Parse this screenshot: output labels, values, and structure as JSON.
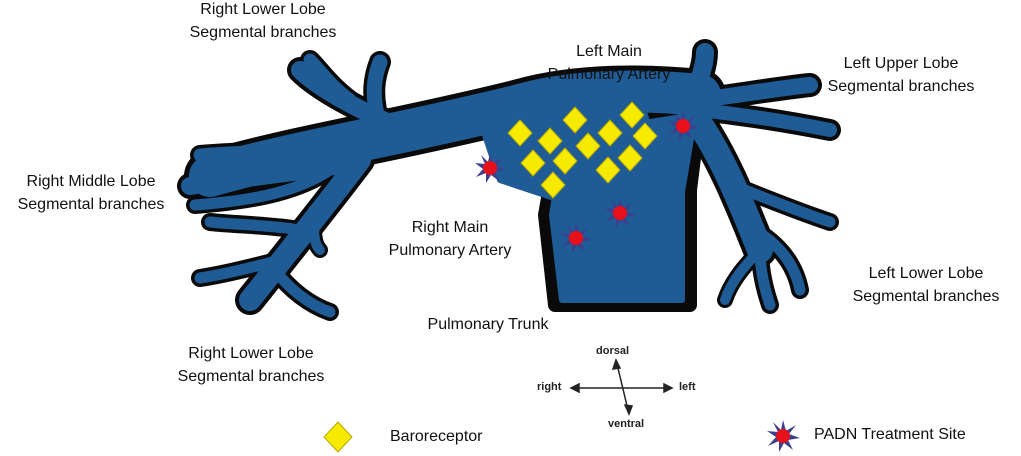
{
  "labels": {
    "rll_top": [
      "Right Lower Lobe",
      "Segmental branches"
    ],
    "rml": [
      "Right Middle Lobe",
      "Segmental branches"
    ],
    "rll_bottom": [
      "Right Lower Lobe",
      "Segmental branches"
    ],
    "lmpa": [
      "Left Main",
      "Pulmonary Artery"
    ],
    "rmpa": [
      "Right Main",
      "Pulmonary Artery"
    ],
    "trunk": "Pulmonary Trunk",
    "lul": [
      "Left Upper Lobe",
      "Segmental branches"
    ],
    "lll": [
      "Left Lower Lobe",
      "Segmental branches"
    ]
  },
  "compass": {
    "dorsal": "dorsal",
    "ventral": "ventral",
    "right": "right",
    "left": "left"
  },
  "legend": {
    "baroreceptor": "Baroreceptor",
    "padn": "PADN Treatment Site"
  },
  "colors": {
    "artery": "#1f5c96",
    "outline": "#0a0a0a",
    "baroreceptor": "#f5ea00",
    "padn_star": "#3a3f8f",
    "padn_core": "#e8101a"
  },
  "icons": {
    "baroreceptor": "diamond-icon",
    "padn": "star-burst-icon"
  }
}
